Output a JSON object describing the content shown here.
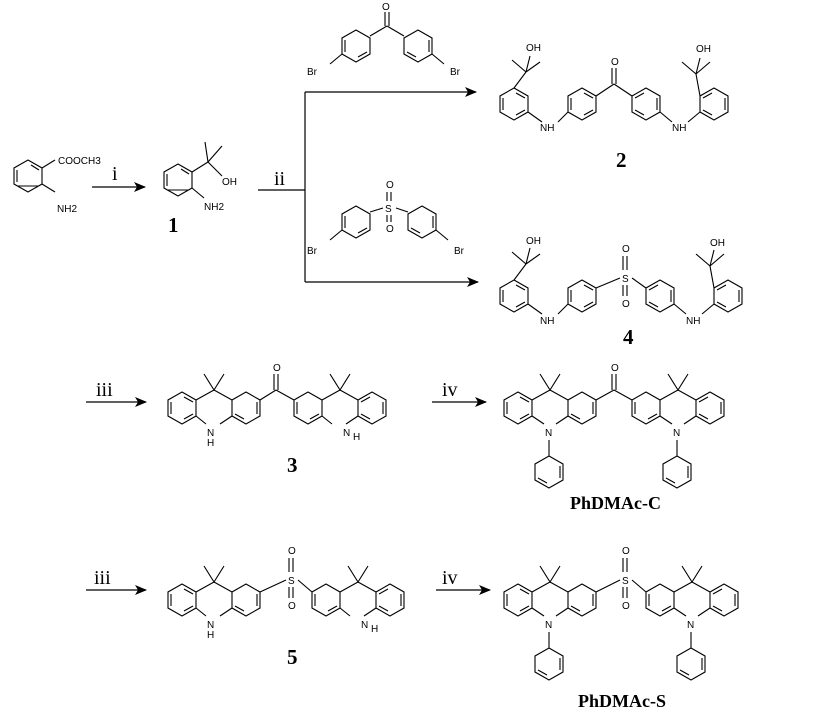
{
  "atoms": {
    "cooch3": "COOCH3",
    "nh2": "NH2",
    "oh": "OH",
    "o": "O",
    "s": "S",
    "br": "Br",
    "nh": "NH",
    "n": "N",
    "h": "H"
  },
  "reagents": {
    "step1": "i",
    "step2": "ii",
    "step3a": "iii",
    "step3b": "iii",
    "step4a": "iv",
    "step4b": "iv"
  },
  "compounds": {
    "c1": "1",
    "c2": "2",
    "c3": "3",
    "c4": "4",
    "c5": "5",
    "phdmac_c": "PhDMAc-C",
    "phdmac_s": "PhDMAc-S"
  }
}
